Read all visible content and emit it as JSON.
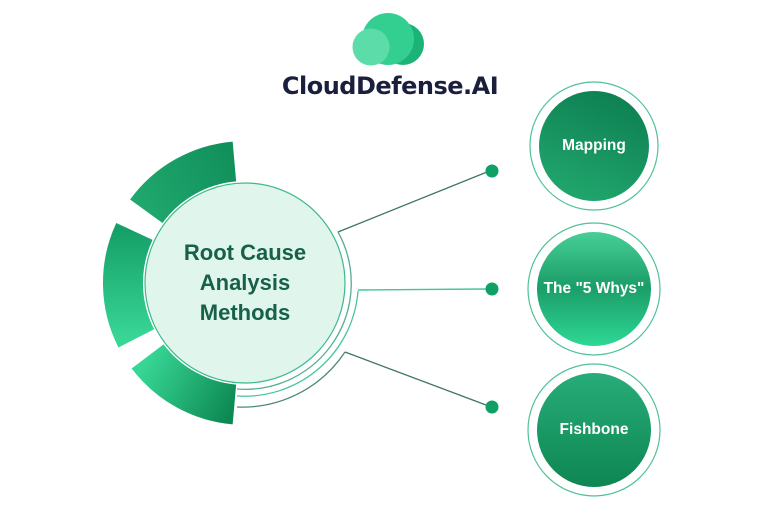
{
  "logo": {
    "brand": "CloudDefense.AI",
    "icon": "cloud-icon"
  },
  "diagram": {
    "title": "Root Cause Analysis Methods",
    "title_lines": [
      "Root Cause",
      "Analysis",
      "Methods"
    ],
    "nodes": [
      {
        "id": "mapping",
        "label": "Mapping"
      },
      {
        "id": "five-whys",
        "label": "The \"5 Whys\""
      },
      {
        "id": "fishbone",
        "label": "Fishbone"
      }
    ]
  },
  "palette": {
    "brand_navy": "#1a1f3d",
    "green_dark": "#0e8552",
    "green_mid": "#1fa76d",
    "green_bright": "#38d696",
    "mint_fill": "#e0f5ec",
    "mint_border": "#3cb98c",
    "dot_green": "#0fa066",
    "connector_teal": "#3e7568",
    "connector_green": "#44c795",
    "ring_outline": "#4fc197",
    "title_text": "#17604a",
    "node_label_text": "#ffffff"
  }
}
